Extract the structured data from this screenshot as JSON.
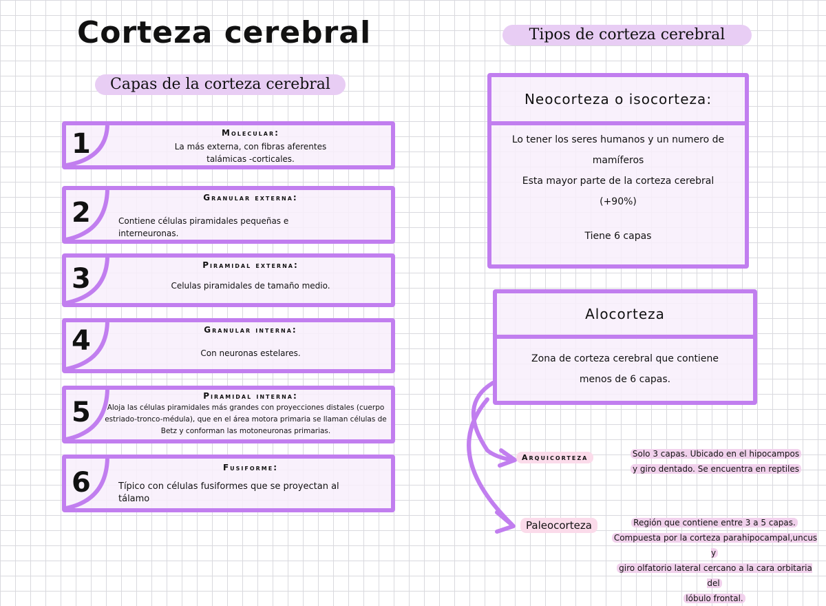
{
  "title": "Corteza cerebral",
  "left_section": "Capas de la corteza cerebral",
  "right_section": "Tipos de corteza cerebral",
  "layers": [
    {
      "num": "1",
      "title": "Molecular:",
      "desc": "La más externa, con fibras aferentes talámicas -corticales."
    },
    {
      "num": "2",
      "title": "Granular externa:",
      "desc": "Contiene células piramidales pequeñas e interneuronas."
    },
    {
      "num": "3",
      "title": "Piramidal externa:",
      "desc": "Celulas piramidales de tamaño medio."
    },
    {
      "num": "4",
      "title": "Granular interna:",
      "desc": "Con neuronas estelares."
    },
    {
      "num": "5",
      "title": "Piramidal interna:",
      "desc": "Aloja las células piramidales más grandes con proyecciones distales (cuerpo estriado-tronco-médula), que en el área motora primaria se llaman células de Betz y conforman las motoneuronas primarias."
    },
    {
      "num": "6",
      "title": "Fusiforme:",
      "desc": "Típico con células fusiformes que se proyectan al tálamo"
    }
  ],
  "neocortex": {
    "title": "Neocorteza o isocorteza:",
    "lines": [
      "Lo tener los seres humanos y un numero de",
      "mamíferos",
      "Esta mayor parte de la corteza cerebral",
      "(+90%)",
      "",
      "Tiene 6 capas"
    ]
  },
  "allocortex": {
    "title": "Alocorteza",
    "lines": [
      "Zona de corteza cerebral que contiene",
      "menos de 6 capas."
    ]
  },
  "archicortex": {
    "label": "Arquicorteza",
    "notes": [
      "Solo 3 capas. Ubicado en el hipocampos",
      "y giro dentado. Se encuentra en reptiles"
    ]
  },
  "paleocortex": {
    "label": "Paleocorteza",
    "notes": [
      "Región que contiene entre 3 a 5 capas.",
      "Compuesta por la corteza parahipocampal,uncus y",
      "giro olfatorio lateral cercano a la cara orbitaria del",
      "lóbulo frontal."
    ]
  },
  "colors": {
    "accent": "#c17eef",
    "pill": "#e8cdf4",
    "tag": "#fbdbea"
  }
}
